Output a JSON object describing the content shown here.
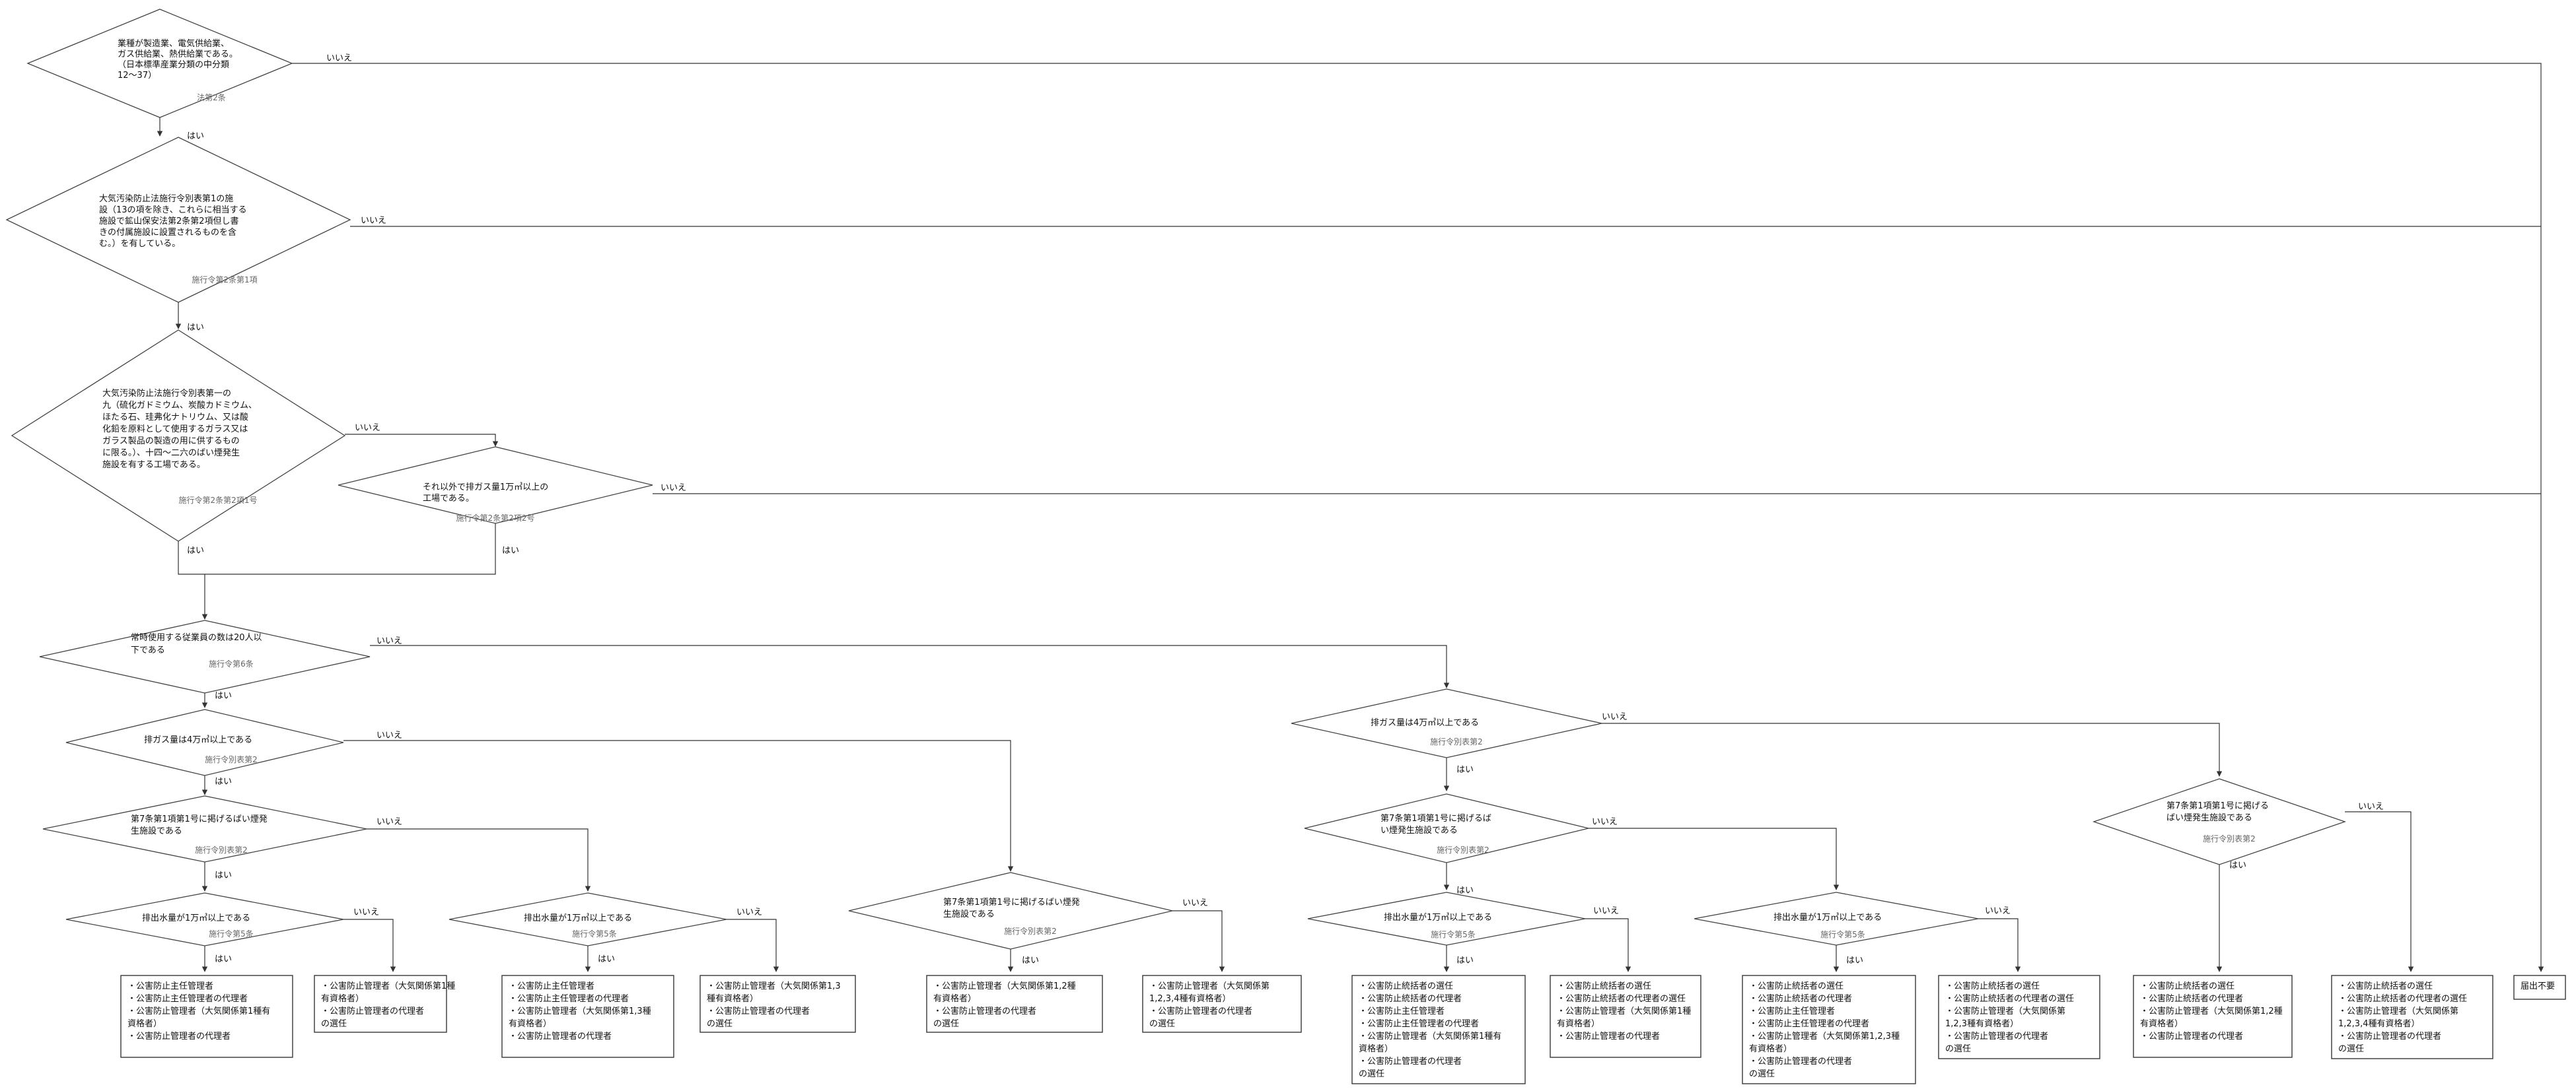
{
  "edge_labels": {
    "yes": "はい",
    "no": "いいえ"
  },
  "decisions": [
    {
      "id": "d1",
      "lines": [
        "業種が製造業、電気供給業、",
        "ガス供給業、熱供給業である。",
        "（日本標準産業分類の中分類",
        "12～37）"
      ],
      "ref": "法第2条"
    },
    {
      "id": "d2",
      "lines": [
        "大気汚染防止法施行令別表第1の施",
        "設（13の項を除き、これらに相当する",
        "施設で鉱山保安法第2条第2項但し書",
        "きの付属施設に設置されるものを含",
        "む。）を有している。"
      ],
      "ref": "施行令第2条第1項"
    },
    {
      "id": "d3",
      "lines": [
        "大気汚染防止法施行令別表第一の",
        "九（硫化ガドミウム、炭酸カドミウム、",
        "ほたる石、珪弗化ナトリウム、又は酸",
        "化鉛を原料として使用するガラス又は",
        "ガラス製品の製造の用に供するもの",
        "に限る。）、十四～二六のばい煙発生",
        "施設を有する工場である。"
      ],
      "ref": "施行令第2条第2項1号"
    },
    {
      "id": "d4",
      "lines": [
        "それ以外で排ガス量1万㎥以上の",
        "工場である。"
      ],
      "ref": "施行令第2条第2項2号"
    },
    {
      "id": "d5",
      "lines": [
        "常時使用する従業員の数は20人以",
        "下である"
      ],
      "ref": "施行令第6条"
    },
    {
      "id": "d6",
      "lines": [
        "排ガス量は4万㎥以上である"
      ],
      "ref": "施行令別表第2"
    },
    {
      "id": "d7",
      "lines": [
        "第7条第1項第1号に掲げるばい煙発",
        "生施設である"
      ],
      "ref": "施行令別表第2"
    },
    {
      "id": "d8",
      "lines": [
        "排出水量が1万㎥以上である"
      ],
      "ref": "施行令第5条"
    },
    {
      "id": "d9",
      "lines": [
        "排出水量が1万㎥以上である"
      ],
      "ref": "施行令第5条"
    },
    {
      "id": "d10",
      "lines": [
        "第7条第1項第1号に掲げるばい煙発",
        "生施設である"
      ],
      "ref": "施行令別表第2"
    },
    {
      "id": "d11",
      "lines": [
        "排ガス量は4万㎥以上である"
      ],
      "ref": "施行令別表第2"
    },
    {
      "id": "d12",
      "lines": [
        "第7条第1項第1号に掲げるば",
        "い煙発生施設である"
      ],
      "ref": "施行令別表第2"
    },
    {
      "id": "d13",
      "lines": [
        "排出水量が1万㎥以上である"
      ],
      "ref": "施行令第5条"
    },
    {
      "id": "d14",
      "lines": [
        "排出水量が1万㎥以上である"
      ],
      "ref": "施行令第5条"
    },
    {
      "id": "d15",
      "lines": [
        "第7条第1項第1号に掲げる",
        "ばい煙発生施設である"
      ],
      "ref": "施行令別表第2"
    }
  ],
  "results": [
    {
      "id": "r1",
      "lines": [
        "・公害防止主任管理者",
        "・公害防止主任管理者の代理者",
        "・公害防止管理者（大気関係第1種有",
        "資格者）",
        "・公害防止管理者の代理者"
      ]
    },
    {
      "id": "r2",
      "lines": [
        "・公害防止管理者（大気関係第1種",
        "有資格者）",
        "・公害防止管理者の代理者",
        "の選任"
      ]
    },
    {
      "id": "r3",
      "lines": [
        "・公害防止主任管理者",
        "・公害防止主任管理者の代理者",
        "・公害防止管理者（大気関係第1,3種",
        "有資格者）",
        "・公害防止管理者の代理者"
      ]
    },
    {
      "id": "r4",
      "lines": [
        "・公害防止管理者（大気関係第1,3",
        "種有資格者）",
        "・公害防止管理者の代理者",
        "の選任"
      ]
    },
    {
      "id": "r5",
      "lines": [
        "・公害防止管理者（大気関係第1,2種",
        "有資格者）",
        "・公害防止管理者の代理者",
        "の選任"
      ]
    },
    {
      "id": "r6",
      "lines": [
        "・公害防止管理者（大気関係第",
        "1,2,3,4種有資格者）",
        "・公害防止管理者の代理者",
        "の選任"
      ]
    },
    {
      "id": "r7",
      "lines": [
        "・公害防止統括者の選任",
        "・公害防止統括者の代理者",
        "・公害防止主任管理者",
        "・公害防止主任管理者の代理者",
        "・公害防止管理者（大気関係第1種有",
        "資格者）",
        "・公害防止管理者の代理者",
        "の選任"
      ]
    },
    {
      "id": "r8",
      "lines": [
        "・公害防止統括者の選任",
        "・公害防止統括者の代理者の選任",
        "・公害防止管理者（大気関係第1種",
        "有資格者）",
        "・公害防止管理者の代理者"
      ]
    },
    {
      "id": "r9",
      "lines": [
        "・公害防止統括者の選任",
        "・公害防止統括者の代理者",
        "・公害防止主任管理者",
        "・公害防止主任管理者の代理者",
        "・公害防止管理者（大気関係第1,2,3種",
        "有資格者）",
        "・公害防止管理者の代理者",
        "の選任"
      ]
    },
    {
      "id": "r10",
      "lines": [
        "・公害防止統括者の選任",
        "・公害防止統括者の代理者の選任",
        "・公害防止管理者（大気関係第",
        "1,2,3種有資格者）",
        "・公害防止管理者の代理者",
        "の選任"
      ]
    },
    {
      "id": "r11",
      "lines": [
        "・公害防止統括者の選任",
        "・公害防止統括者の代理者",
        "・公害防止管理者（大気関係第1,2種",
        "有資格者）",
        "・公害防止管理者の代理者"
      ]
    },
    {
      "id": "r12",
      "lines": [
        "・公害防止統括者の選任",
        "・公害防止統括者の代理者の選任",
        "・公害防止管理者（大気関係第",
        "1,2,3,4種有資格者）",
        "・公害防止管理者の代理者",
        "の選任"
      ]
    },
    {
      "id": "r13",
      "lines": [
        "届出不要"
      ]
    }
  ]
}
